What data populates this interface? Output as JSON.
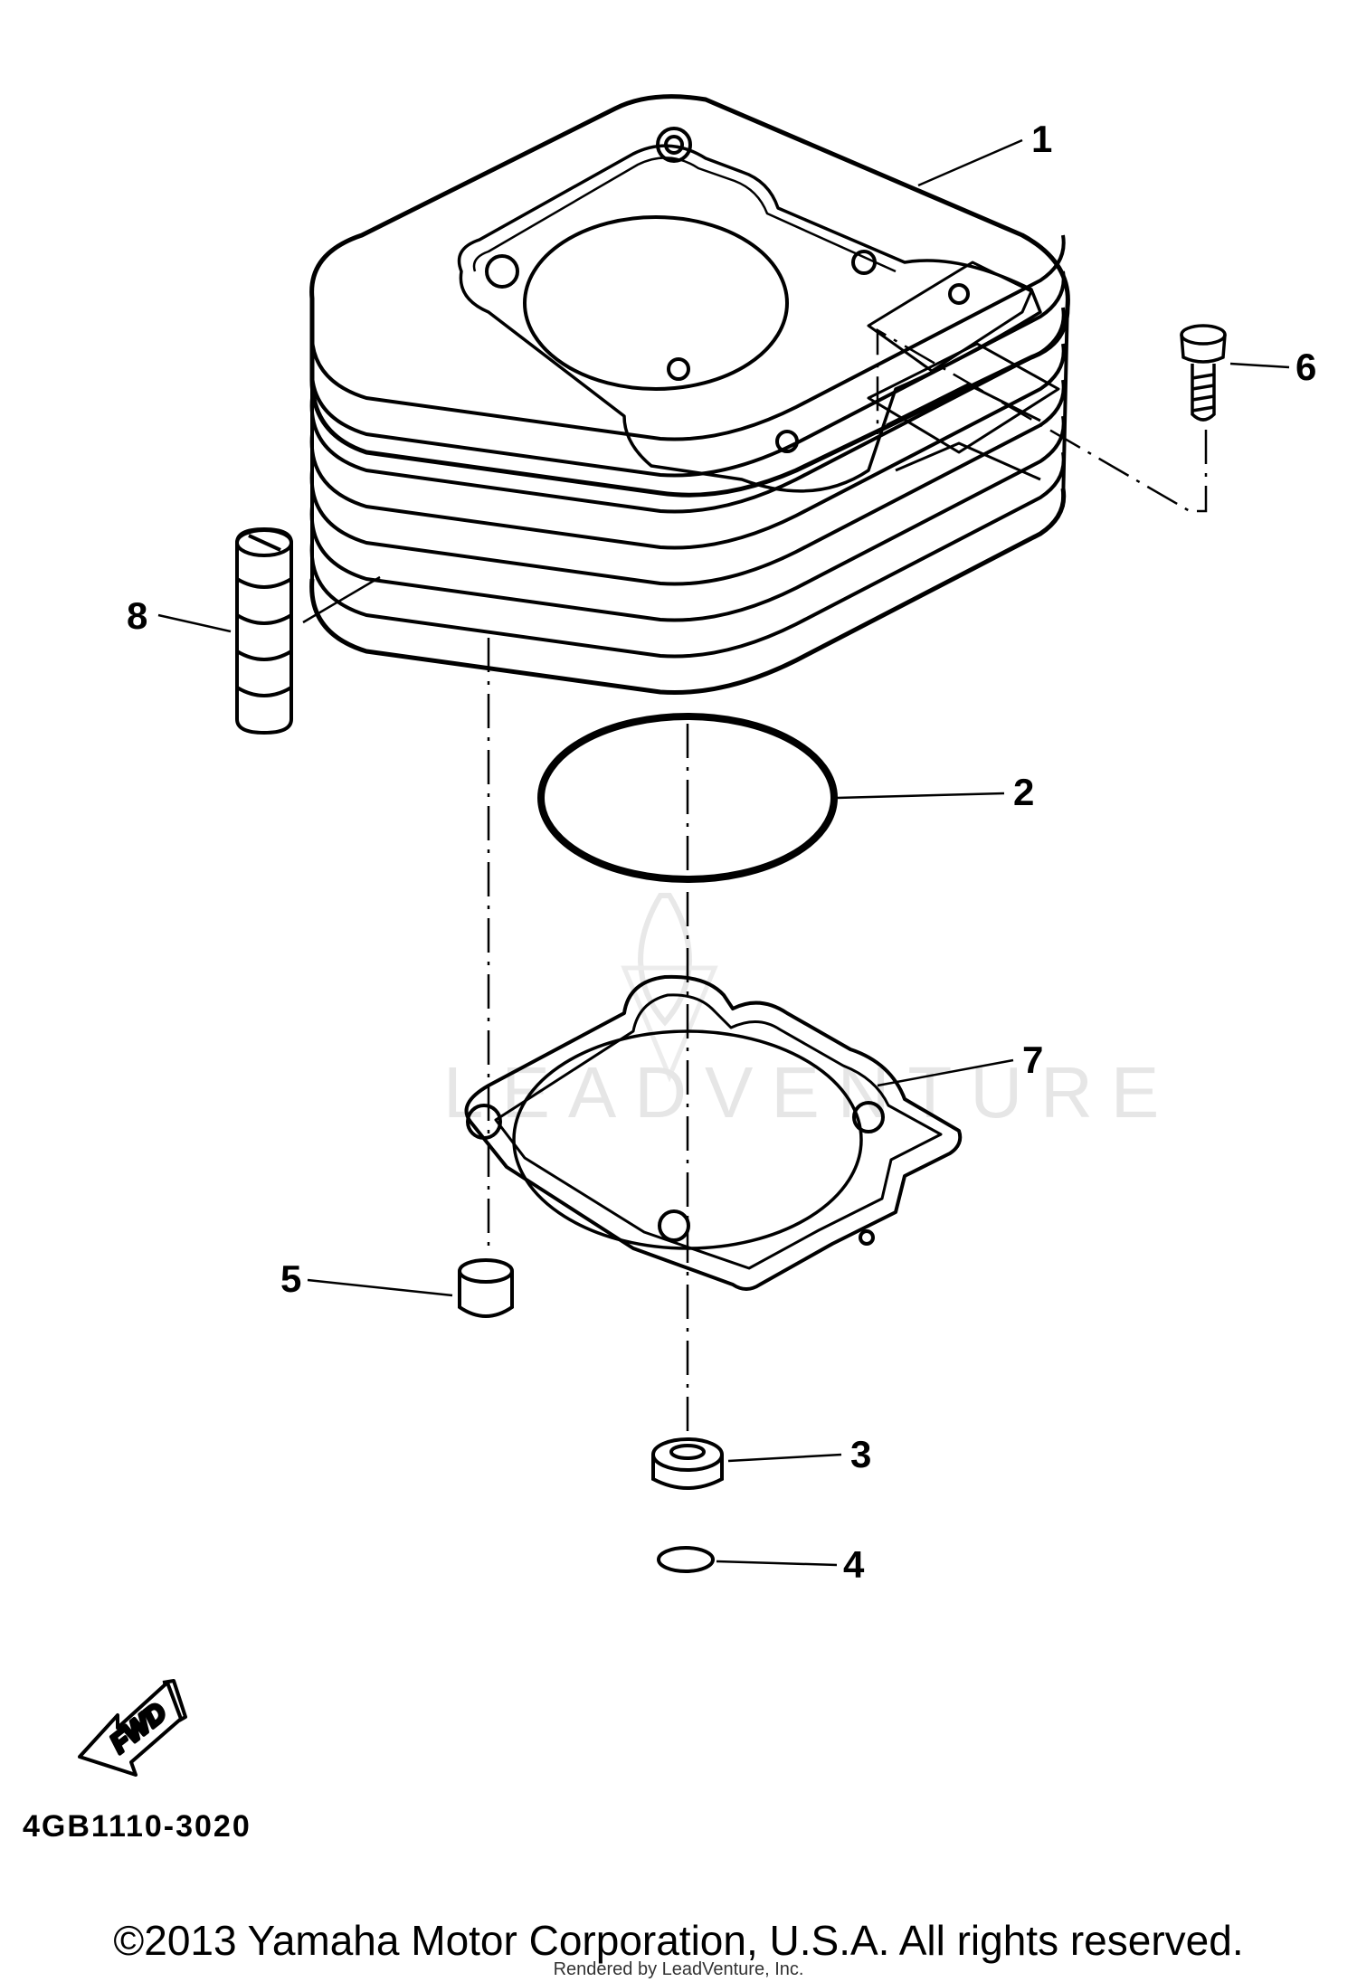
{
  "callouts": {
    "c1": "1",
    "c2": "2",
    "c3": "3",
    "c4": "4",
    "c5": "5",
    "c6": "6",
    "c7": "7",
    "c8": "8"
  },
  "fwd_label": "FWD",
  "part_code": "4GB1110-3020",
  "watermark": "LEADVENTURE",
  "copyright": "©2013 Yamaha Motor Corporation, U.S.A. All rights reserved.",
  "rendered_by": "Rendered by LeadVenture, Inc."
}
